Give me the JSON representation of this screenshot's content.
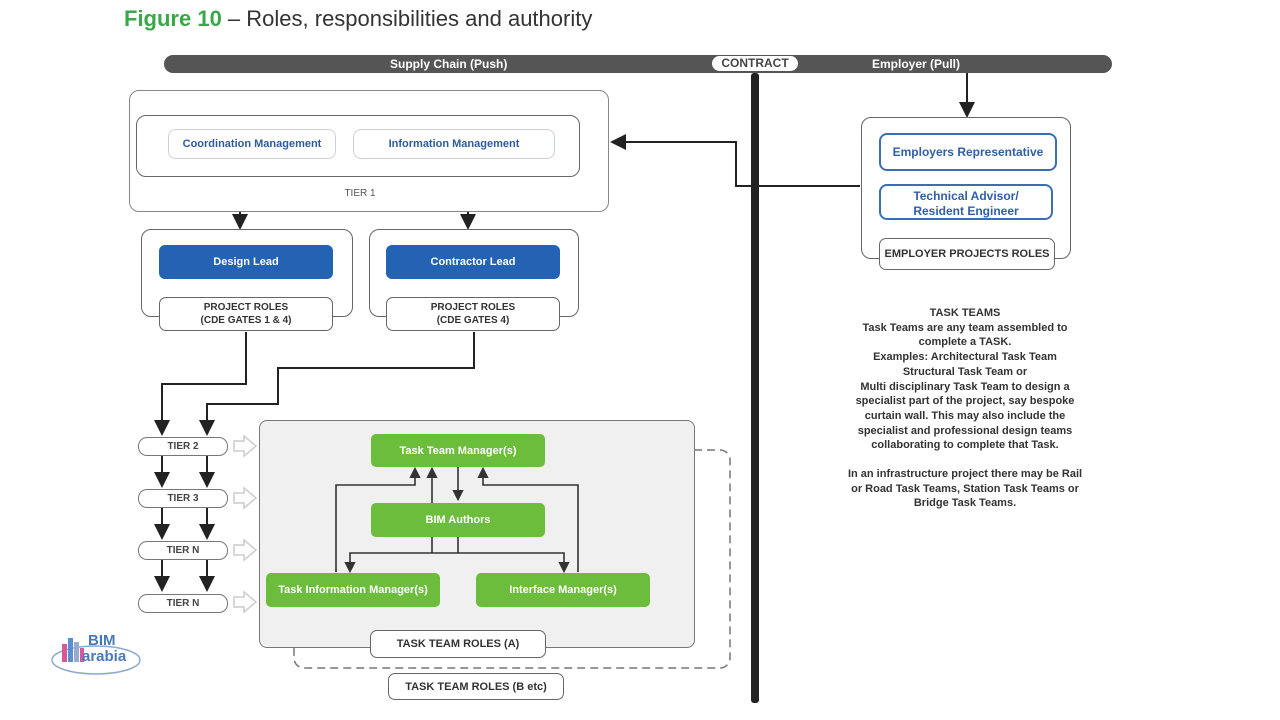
{
  "title": {
    "prefix": "Figure 10",
    "text": " – Roles, responsibilities and authority"
  },
  "bar": {
    "left": "Supply Chain (Push)",
    "center": "CONTRACT",
    "right": "Employer (Pull)"
  },
  "tier1": {
    "coordination": "Coordination Management",
    "information": "Information Management",
    "label": "TIER 1"
  },
  "design": {
    "lead": "Design Lead",
    "roles_line1": "PROJECT ROLES",
    "roles_line2": "(CDE GATES 1 & 4)"
  },
  "contractor": {
    "lead": "Contractor Lead",
    "roles_line1": "PROJECT ROLES",
    "roles_line2": "(CDE GATES 4)"
  },
  "employer": {
    "rep": "Employers Representative",
    "advisor_line1": "Technical Advisor/",
    "advisor_line2": "Resident Engineer",
    "label": "EMPLOYER PROJECTS ROLES"
  },
  "tiers": [
    "TIER 2",
    "TIER 3",
    "TIER N",
    "TIER N"
  ],
  "task_team": {
    "manager": "Task Team Manager(s)",
    "bim": "BIM Authors",
    "tim": "Task Information Manager(s)",
    "interface": "Interface Manager(s)",
    "roles_a": "TASK TEAM ROLES (A)",
    "roles_b": "TASK TEAM ROLES (B etc)"
  },
  "notes": {
    "heading": "TASK TEAMS",
    "lines": [
      "Task Teams are any team assembled to",
      "complete a TASK.",
      "Examples: Architectural Task Team",
      "Structural Task Team or",
      "Multi disciplinary Task Team to design a",
      "specialist part of the project, say bespoke",
      "curtain wall. This may also include the",
      "specialist and professional design teams",
      "collaborating to complete that Task."
    ],
    "lines2": [
      "In an infrastructure project there may be Rail",
      "or Road Task Teams, Station Task Teams or",
      "Bridge Task Teams."
    ]
  },
  "logo": {
    "line1": "BIM",
    "line2": "arabia"
  },
  "colors": {
    "green_accent": "#3aa84a",
    "blue": "#2462b4",
    "task_green": "#6cbd3c",
    "bar": "#555555"
  }
}
